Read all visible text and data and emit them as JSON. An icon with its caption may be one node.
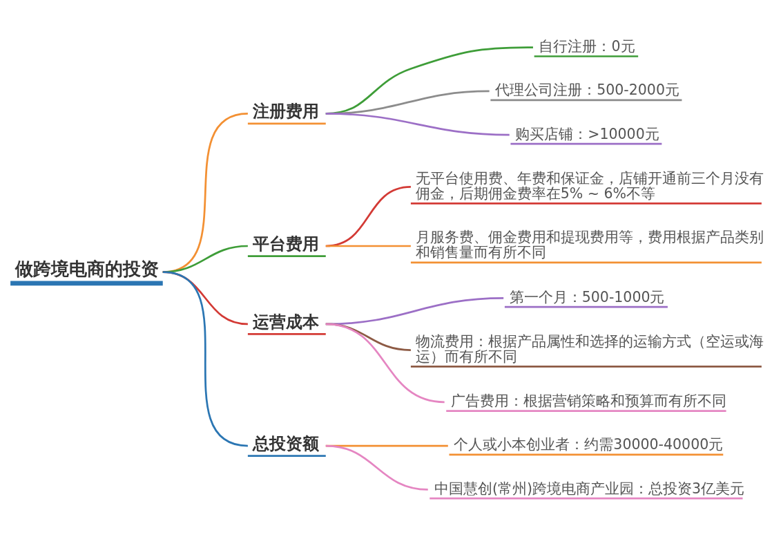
{
  "diagram": {
    "nodes": [
      {
        "text": [
          "做跨境电商的投资"
        ]
      },
      {
        "text": [
          "注册费用"
        ]
      },
      {
        "text": [
          "自行注册：0元"
        ]
      },
      {
        "text": [
          "代理公司注册：500-2000元"
        ]
      },
      {
        "text": [
          "购买店铺：>10000元"
        ]
      },
      {
        "text": [
          "平台费用"
        ]
      },
      {
        "text": [
          "无平台使用费、年费和保证金，店铺开通前三个月没有佣金，后期佣金费率在5% ~ 6%不等"
        ]
      },
      {
        "text": [
          "月服务费、佣金费用和提现费用等，费用根据产品类别和销售量而有所不同"
        ]
      },
      {
        "text": [
          "运营成本"
        ]
      },
      {
        "text": [
          "第一个月：500-1000元"
        ]
      },
      {
        "text": [
          "物流费用：根据产品属性和选择的运输方式（空运或海运）而有所不同"
        ]
      },
      {
        "text": [
          "广告费用：根据营销策略和预算而有所不同"
        ]
      },
      {
        "text": [
          "总投资额"
        ]
      },
      {
        "text": [
          "个人或小本创业者：约需30000-40000元"
        ]
      },
      {
        "text": [
          "中国慧创(常州)跨境电商产业园：总投资3亿美元"
        ]
      }
    ],
    "edges": [
      {
        "from": 0,
        "to": 1,
        "arrow": "none",
        "color": "#f39033"
      },
      {
        "from": 1,
        "to": 2,
        "arrow": "none",
        "color": "#3e9d38"
      },
      {
        "from": 1,
        "to": 3,
        "arrow": "none",
        "color": "#8c8c8c"
      },
      {
        "from": 1,
        "to": 4,
        "arrow": "none",
        "color": "#9c6fc6"
      },
      {
        "from": 0,
        "to": 5,
        "arrow": "none",
        "color": "#3e9d38"
      },
      {
        "from": 5,
        "to": 6,
        "arrow": "none",
        "color": "#d33a35"
      },
      {
        "from": 5,
        "to": 7,
        "arrow": "none",
        "color": "#f39033"
      },
      {
        "from": 0,
        "to": 8,
        "arrow": "none",
        "color": "#d33a35"
      },
      {
        "from": 8,
        "to": 9,
        "arrow": "none",
        "color": "#9c6fc6"
      },
      {
        "from": 8,
        "to": 10,
        "arrow": "none",
        "color": "#8d5a44"
      },
      {
        "from": 8,
        "to": 11,
        "arrow": "none",
        "color": "#e586c2"
      },
      {
        "from": 0,
        "to": 12,
        "arrow": "none",
        "color": "#2b76b3"
      },
      {
        "from": 12,
        "to": 13,
        "arrow": "none",
        "color": "#f39033"
      },
      {
        "from": 12,
        "to": 14,
        "arrow": "none",
        "color": "#e586c2"
      }
    ]
  }
}
